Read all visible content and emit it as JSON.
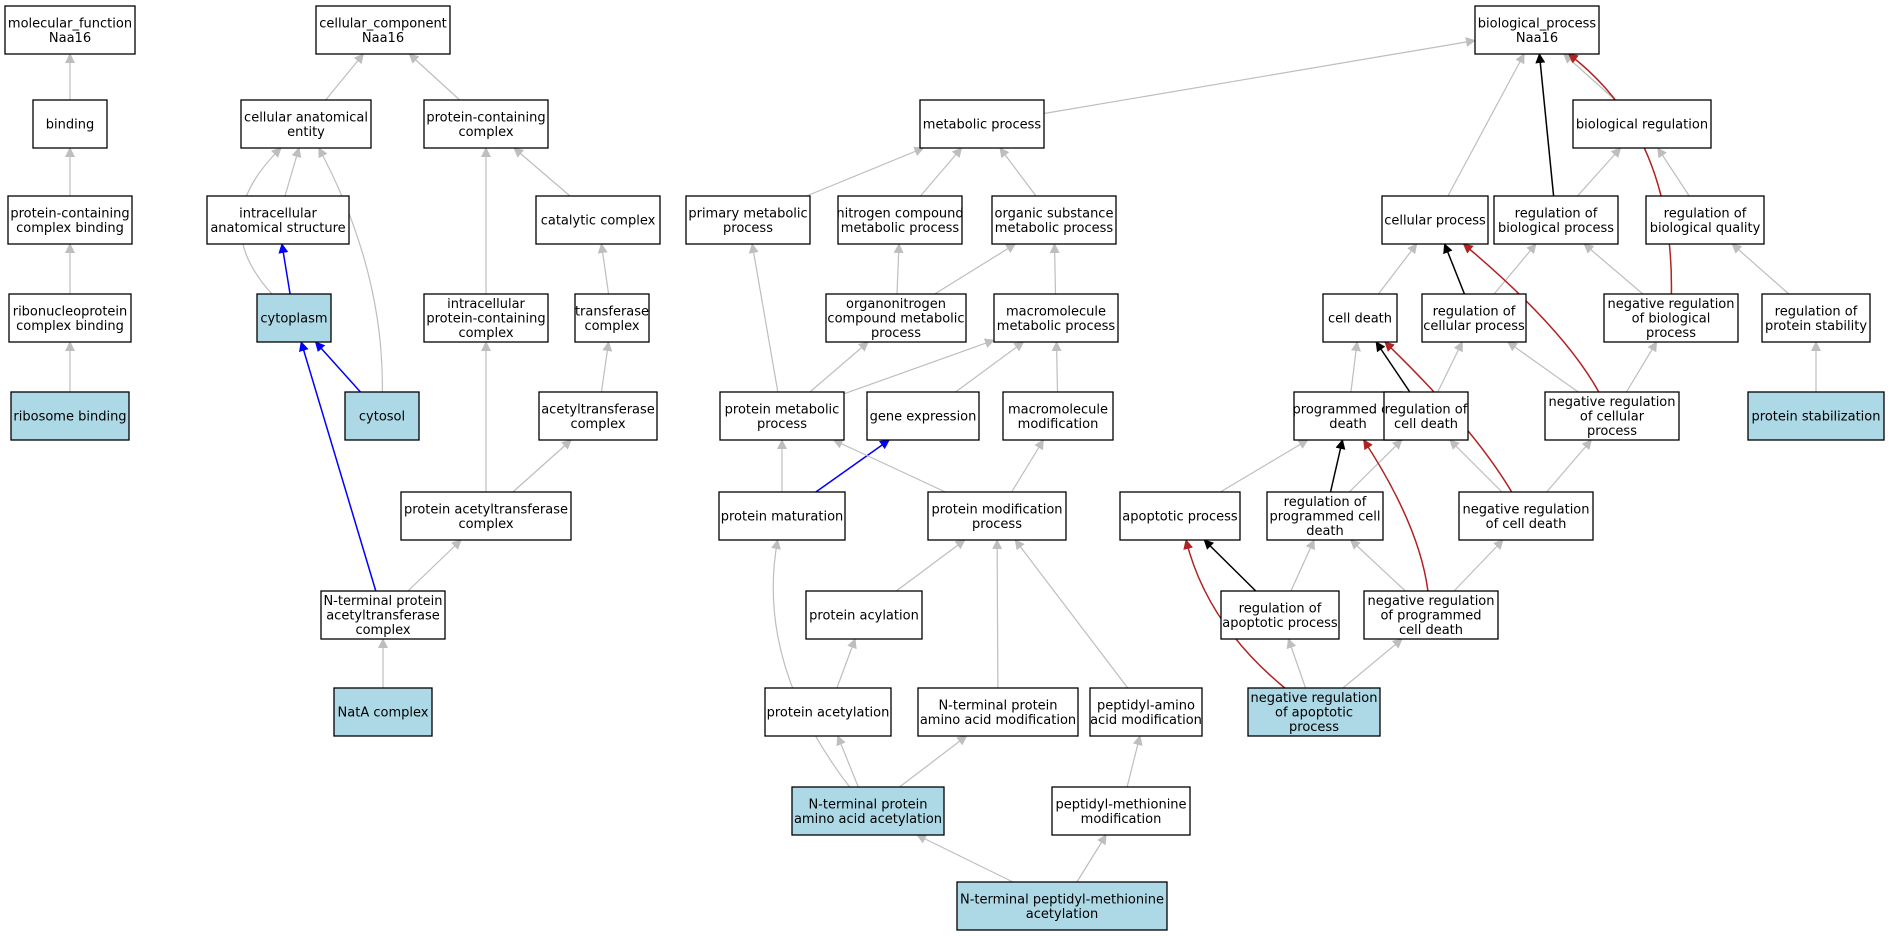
{
  "colors": {
    "plain_fill": "#ffffff",
    "highlight_fill": "#add8e6",
    "node_stroke": "#000000",
    "is_a": "#bebebe",
    "part_of": "#0000ff",
    "regulates": "#000000",
    "negatively_regulates": "#b22222"
  },
  "nodes": [
    {
      "id": "mf",
      "lines": [
        "molecular_function",
        "Naa16"
      ],
      "highlight": false
    },
    {
      "id": "binding",
      "lines": [
        "binding"
      ],
      "highlight": false
    },
    {
      "id": "pcb",
      "lines": [
        "protein-containing",
        "complex binding"
      ],
      "highlight": false
    },
    {
      "id": "rncb",
      "lines": [
        "ribonucleoprotein",
        "complex binding"
      ],
      "highlight": false
    },
    {
      "id": "ribob",
      "lines": [
        "ribosome binding"
      ],
      "highlight": true
    },
    {
      "id": "cc",
      "lines": [
        "cellular_component",
        "Naa16"
      ],
      "highlight": false
    },
    {
      "id": "cae",
      "lines": [
        "cellular anatomical",
        "entity"
      ],
      "highlight": false
    },
    {
      "id": "ias",
      "lines": [
        "intracellular",
        "anatomical structure"
      ],
      "highlight": false
    },
    {
      "id": "cyto",
      "lines": [
        "cytoplasm"
      ],
      "highlight": true
    },
    {
      "id": "cytosol",
      "lines": [
        "cytosol"
      ],
      "highlight": true
    },
    {
      "id": "pcc",
      "lines": [
        "protein-containing",
        "complex"
      ],
      "highlight": false
    },
    {
      "id": "catc",
      "lines": [
        "catalytic complex"
      ],
      "highlight": false
    },
    {
      "id": "ipcc",
      "lines": [
        "intracellular",
        "protein-containing",
        "complex"
      ],
      "highlight": false
    },
    {
      "id": "trc",
      "lines": [
        "transferase",
        "complex"
      ],
      "highlight": false
    },
    {
      "id": "atc",
      "lines": [
        "acetyltransferase",
        "complex"
      ],
      "highlight": false
    },
    {
      "id": "patc",
      "lines": [
        "protein acetyltransferase",
        "complex"
      ],
      "highlight": false
    },
    {
      "id": "ntpatc",
      "lines": [
        "N-terminal protein",
        "acetyltransferase",
        "complex"
      ],
      "highlight": false
    },
    {
      "id": "nata",
      "lines": [
        "NatA complex"
      ],
      "highlight": true
    },
    {
      "id": "bp",
      "lines": [
        "biological_process",
        "Naa16"
      ],
      "highlight": false
    },
    {
      "id": "metp",
      "lines": [
        "metabolic process"
      ],
      "highlight": false
    },
    {
      "id": "pmp",
      "lines": [
        "primary metabolic",
        "process"
      ],
      "highlight": false
    },
    {
      "id": "ncmp",
      "lines": [
        "nitrogen compound",
        "metabolic process"
      ],
      "highlight": false
    },
    {
      "id": "osmp",
      "lines": [
        "organic substance",
        "metabolic process"
      ],
      "highlight": false
    },
    {
      "id": "oncmp",
      "lines": [
        "organonitrogen",
        "compound metabolic",
        "process"
      ],
      "highlight": false
    },
    {
      "id": "mmp",
      "lines": [
        "macromolecule",
        "metabolic process"
      ],
      "highlight": false
    },
    {
      "id": "protmp",
      "lines": [
        "protein metabolic",
        "process"
      ],
      "highlight": false
    },
    {
      "id": "genex",
      "lines": [
        "gene expression"
      ],
      "highlight": false
    },
    {
      "id": "mmod",
      "lines": [
        "macromolecule",
        "modification"
      ],
      "highlight": false
    },
    {
      "id": "pmat",
      "lines": [
        "protein maturation"
      ],
      "highlight": false
    },
    {
      "id": "pmodp",
      "lines": [
        "protein modification",
        "process"
      ],
      "highlight": false
    },
    {
      "id": "pacyl",
      "lines": [
        "protein acylation"
      ],
      "highlight": false
    },
    {
      "id": "paceto",
      "lines": [
        "protein acetylation"
      ],
      "highlight": false
    },
    {
      "id": "ntpaam",
      "lines": [
        "N-terminal protein",
        "amino acid modification"
      ],
      "highlight": false
    },
    {
      "id": "peptam",
      "lines": [
        "peptidyl-amino",
        "acid modification"
      ],
      "highlight": false
    },
    {
      "id": "ntpaaa",
      "lines": [
        "N-terminal protein",
        "amino acid acetylation"
      ],
      "highlight": true
    },
    {
      "id": "pmm",
      "lines": [
        "peptidyl-methionine",
        "modification"
      ],
      "highlight": false
    },
    {
      "id": "ntpma",
      "lines": [
        "N-terminal peptidyl-methionine",
        "acetylation"
      ],
      "highlight": true
    },
    {
      "id": "cellp",
      "lines": [
        "cellular process"
      ],
      "highlight": false
    },
    {
      "id": "regbp",
      "lines": [
        "regulation of",
        "biological process"
      ],
      "highlight": false
    },
    {
      "id": "bioreg",
      "lines": [
        "biological regulation"
      ],
      "highlight": false
    },
    {
      "id": "regbq",
      "lines": [
        "regulation of",
        "biological quality"
      ],
      "highlight": false
    },
    {
      "id": "celld",
      "lines": [
        "cell death"
      ],
      "highlight": false
    },
    {
      "id": "regcp",
      "lines": [
        "regulation of",
        "cellular process"
      ],
      "highlight": false
    },
    {
      "id": "negbp",
      "lines": [
        "negative regulation",
        "of biological",
        "process"
      ],
      "highlight": false
    },
    {
      "id": "regps",
      "lines": [
        "regulation of",
        "protein stability"
      ],
      "highlight": false
    },
    {
      "id": "pcd",
      "lines": [
        "programmed cell",
        "death"
      ],
      "highlight": false
    },
    {
      "id": "regcd",
      "lines": [
        "regulation of",
        "cell death"
      ],
      "highlight": false
    },
    {
      "id": "negcp",
      "lines": [
        "negative regulation",
        "of cellular",
        "process"
      ],
      "highlight": false
    },
    {
      "id": "pstab",
      "lines": [
        "protein stabilization"
      ],
      "highlight": true
    },
    {
      "id": "apop",
      "lines": [
        "apoptotic process"
      ],
      "highlight": false
    },
    {
      "id": "regpcd",
      "lines": [
        "regulation of",
        "programmed cell",
        "death"
      ],
      "highlight": false
    },
    {
      "id": "negcd",
      "lines": [
        "negative regulation",
        "of cell death"
      ],
      "highlight": false
    },
    {
      "id": "regap",
      "lines": [
        "regulation of",
        "apoptotic process"
      ],
      "highlight": false
    },
    {
      "id": "negpcd",
      "lines": [
        "negative regulation",
        "of programmed",
        "cell death"
      ],
      "highlight": false
    },
    {
      "id": "negap",
      "lines": [
        "negative regulation",
        "of apoptotic",
        "process"
      ],
      "highlight": true
    }
  ],
  "edges": [
    {
      "from": "binding",
      "to": "mf",
      "rel": "is_a"
    },
    {
      "from": "pcb",
      "to": "binding",
      "rel": "is_a"
    },
    {
      "from": "rncb",
      "to": "pcb",
      "rel": "is_a"
    },
    {
      "from": "ribob",
      "to": "rncb",
      "rel": "is_a"
    },
    {
      "from": "cae",
      "to": "cc",
      "rel": "is_a"
    },
    {
      "from": "pcc",
      "to": "cc",
      "rel": "is_a"
    },
    {
      "from": "ias",
      "to": "cae",
      "rel": "is_a"
    },
    {
      "from": "cyto",
      "to": "cae",
      "rel": "is_a"
    },
    {
      "from": "cyto",
      "to": "ias",
      "rel": "part_of"
    },
    {
      "from": "cytosol",
      "to": "cyto",
      "rel": "part_of"
    },
    {
      "from": "cytosol",
      "to": "cae",
      "rel": "is_a"
    },
    {
      "from": "catc",
      "to": "pcc",
      "rel": "is_a"
    },
    {
      "from": "ipcc",
      "to": "pcc",
      "rel": "is_a"
    },
    {
      "from": "trc",
      "to": "catc",
      "rel": "is_a"
    },
    {
      "from": "atc",
      "to": "trc",
      "rel": "is_a"
    },
    {
      "from": "patc",
      "to": "ipcc",
      "rel": "is_a"
    },
    {
      "from": "patc",
      "to": "atc",
      "rel": "is_a"
    },
    {
      "from": "ntpatc",
      "to": "patc",
      "rel": "is_a"
    },
    {
      "from": "ntpatc",
      "to": "cyto",
      "rel": "part_of"
    },
    {
      "from": "nata",
      "to": "ntpatc",
      "rel": "is_a"
    },
    {
      "from": "metp",
      "to": "bp",
      "rel": "is_a"
    },
    {
      "from": "cellp",
      "to": "bp",
      "rel": "is_a"
    },
    {
      "from": "regbp",
      "to": "bp",
      "rel": "regulates"
    },
    {
      "from": "bioreg",
      "to": "bp",
      "rel": "is_a"
    },
    {
      "from": "negbp",
      "to": "bp",
      "rel": "negatively_regulates"
    },
    {
      "from": "pmp",
      "to": "metp",
      "rel": "is_a"
    },
    {
      "from": "ncmp",
      "to": "metp",
      "rel": "is_a"
    },
    {
      "from": "osmp",
      "to": "metp",
      "rel": "is_a"
    },
    {
      "from": "oncmp",
      "to": "osmp",
      "rel": "is_a"
    },
    {
      "from": "oncmp",
      "to": "ncmp",
      "rel": "is_a"
    },
    {
      "from": "mmp",
      "to": "osmp",
      "rel": "is_a"
    },
    {
      "from": "protmp",
      "to": "pmp",
      "rel": "is_a"
    },
    {
      "from": "protmp",
      "to": "oncmp",
      "rel": "is_a"
    },
    {
      "from": "protmp",
      "to": "mmp",
      "rel": "is_a"
    },
    {
      "from": "genex",
      "to": "mmp",
      "rel": "is_a"
    },
    {
      "from": "mmod",
      "to": "mmp",
      "rel": "is_a"
    },
    {
      "from": "pmat",
      "to": "protmp",
      "rel": "is_a"
    },
    {
      "from": "pmat",
      "to": "genex",
      "rel": "part_of"
    },
    {
      "from": "pmodp",
      "to": "protmp",
      "rel": "is_a"
    },
    {
      "from": "pmodp",
      "to": "mmod",
      "rel": "is_a"
    },
    {
      "from": "pacyl",
      "to": "pmodp",
      "rel": "is_a"
    },
    {
      "from": "paceto",
      "to": "pacyl",
      "rel": "is_a"
    },
    {
      "from": "ntpaam",
      "to": "pmodp",
      "rel": "is_a"
    },
    {
      "from": "peptam",
      "to": "pmodp",
      "rel": "is_a"
    },
    {
      "from": "ntpaaa",
      "to": "paceto",
      "rel": "is_a"
    },
    {
      "from": "ntpaaa",
      "to": "ntpaam",
      "rel": "is_a"
    },
    {
      "from": "ntpaaa",
      "to": "pmat",
      "rel": "is_a"
    },
    {
      "from": "pmm",
      "to": "peptam",
      "rel": "is_a"
    },
    {
      "from": "ntpma",
      "to": "ntpaaa",
      "rel": "is_a"
    },
    {
      "from": "ntpma",
      "to": "pmm",
      "rel": "is_a"
    },
    {
      "from": "regbp",
      "to": "bioreg",
      "rel": "is_a"
    },
    {
      "from": "regbq",
      "to": "bioreg",
      "rel": "is_a"
    },
    {
      "from": "celld",
      "to": "cellp",
      "rel": "is_a"
    },
    {
      "from": "regcp",
      "to": "cellp",
      "rel": "regulates"
    },
    {
      "from": "regcp",
      "to": "regbp",
      "rel": "is_a"
    },
    {
      "from": "negbp",
      "to": "regbp",
      "rel": "is_a"
    },
    {
      "from": "regps",
      "to": "regbq",
      "rel": "is_a"
    },
    {
      "from": "pcd",
      "to": "celld",
      "rel": "is_a"
    },
    {
      "from": "regcd",
      "to": "celld",
      "rel": "regulates"
    },
    {
      "from": "regcd",
      "to": "regcp",
      "rel": "is_a"
    },
    {
      "from": "negcp",
      "to": "regcp",
      "rel": "is_a"
    },
    {
      "from": "negcp",
      "to": "negbp",
      "rel": "is_a"
    },
    {
      "from": "negcp",
      "to": "cellp",
      "rel": "negatively_regulates"
    },
    {
      "from": "pstab",
      "to": "regps",
      "rel": "is_a"
    },
    {
      "from": "apop",
      "to": "pcd",
      "rel": "is_a"
    },
    {
      "from": "regpcd",
      "to": "pcd",
      "rel": "regulates"
    },
    {
      "from": "regpcd",
      "to": "regcd",
      "rel": "is_a"
    },
    {
      "from": "negcd",
      "to": "regcd",
      "rel": "is_a"
    },
    {
      "from": "negcd",
      "to": "negcp",
      "rel": "is_a"
    },
    {
      "from": "negcd",
      "to": "celld",
      "rel": "negatively_regulates"
    },
    {
      "from": "regap",
      "to": "apop",
      "rel": "regulates"
    },
    {
      "from": "regap",
      "to": "regpcd",
      "rel": "is_a"
    },
    {
      "from": "negpcd",
      "to": "regpcd",
      "rel": "is_a"
    },
    {
      "from": "negpcd",
      "to": "negcd",
      "rel": "is_a"
    },
    {
      "from": "negpcd",
      "to": "pcd",
      "rel": "negatively_regulates"
    },
    {
      "from": "negap",
      "to": "regap",
      "rel": "is_a"
    },
    {
      "from": "negap",
      "to": "negpcd",
      "rel": "is_a"
    },
    {
      "from": "negap",
      "to": "apop",
      "rel": "negatively_regulates"
    }
  ]
}
